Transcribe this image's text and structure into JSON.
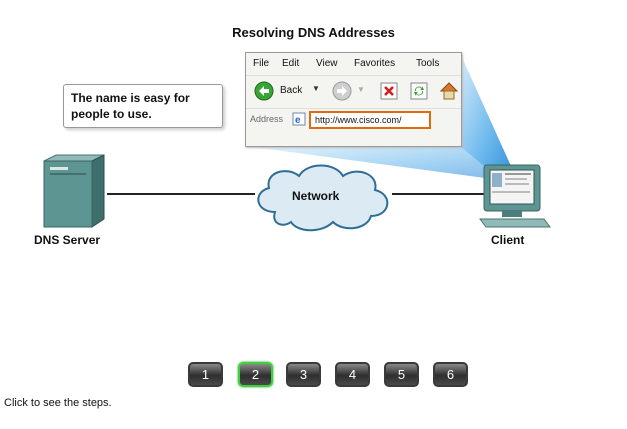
{
  "title": "Resolving DNS Addresses",
  "browser": {
    "menu": [
      "File",
      "Edit",
      "View",
      "Favorites",
      "Tools"
    ],
    "back_label": "Back",
    "address_label": "Address",
    "url": "http://www.cisco.com/"
  },
  "callout": "The name is easy for people to use.",
  "labels": {
    "network": "Network",
    "dns_server": "DNS Server",
    "client": "Client"
  },
  "steps": [
    {
      "label": "1",
      "active": false
    },
    {
      "label": "2",
      "active": true
    },
    {
      "label": "3",
      "active": false
    },
    {
      "label": "4",
      "active": false
    },
    {
      "label": "5",
      "active": false
    },
    {
      "label": "6",
      "active": false
    }
  ],
  "instructions": "Click to see the steps.",
  "colors": {
    "accent_url_box": "#e06a10",
    "active_step": "#3ad43a",
    "beam": "#3a9de0"
  }
}
